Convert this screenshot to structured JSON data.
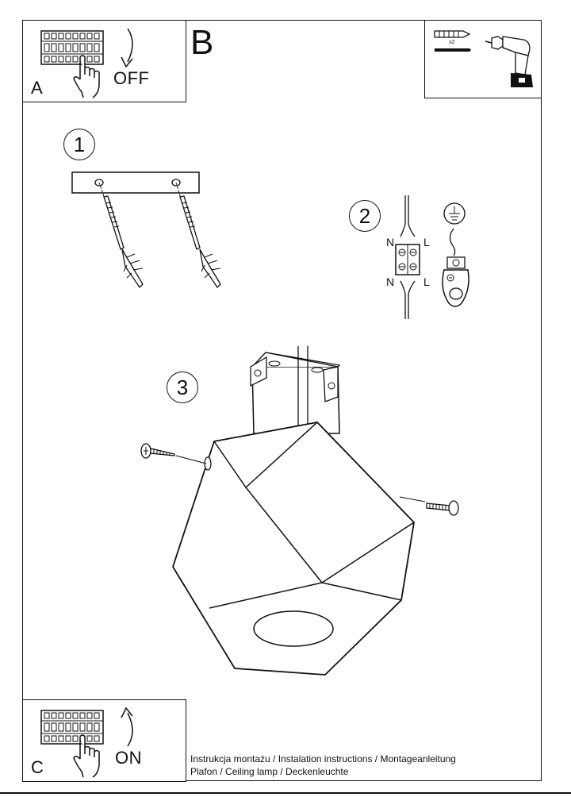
{
  "page": {
    "section_letter": "B"
  },
  "step_a": {
    "letter": "A",
    "switch_text": "OFF"
  },
  "step_c": {
    "letter": "C",
    "switch_text": "ON"
  },
  "tools": {
    "quantity": "x2"
  },
  "steps": [
    {
      "number": "1"
    },
    {
      "number": "2"
    },
    {
      "number": "3"
    }
  ],
  "wiring": {
    "neutral": "N",
    "live": "L"
  },
  "footer": {
    "line1": "Instrukcja montażu / Instalation instructions / Montageanleitung",
    "line2": "Plafon / Ceiling lamp / Deckenleuchte"
  },
  "icons": [
    "circuit-breaker-icon",
    "hand-icon",
    "arrow-down-icon",
    "arrow-up-icon",
    "wall-plug-icon",
    "screw-icon",
    "drill-icon",
    "ground-symbol-icon",
    "terminal-block-icon",
    "ground-terminal-icon"
  ]
}
